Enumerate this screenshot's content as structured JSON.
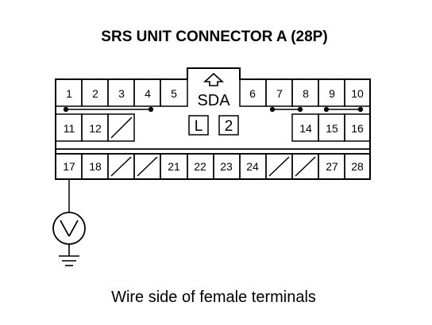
{
  "title": "SRS UNIT CONNECTOR A (28P)",
  "caption": "Wire side of female terminals",
  "connector": {
    "key_label": "SDA",
    "box_labels": [
      "L",
      "2"
    ],
    "arrow_icon": "up-arrow-icon"
  },
  "pins": {
    "row1": [
      "1",
      "2",
      "3",
      "4",
      "5",
      "6",
      "7",
      "8",
      "9",
      "10"
    ],
    "row2": [
      "11",
      "12",
      "14",
      "15",
      "16"
    ],
    "row3": [
      "17",
      "18",
      "21",
      "22",
      "23",
      "24",
      "27",
      "28"
    ]
  },
  "meter_icon": "voltmeter-icon",
  "ground_icon": "ground-icon",
  "colors": {
    "line": "#000000",
    "background": "#ffffff"
  }
}
